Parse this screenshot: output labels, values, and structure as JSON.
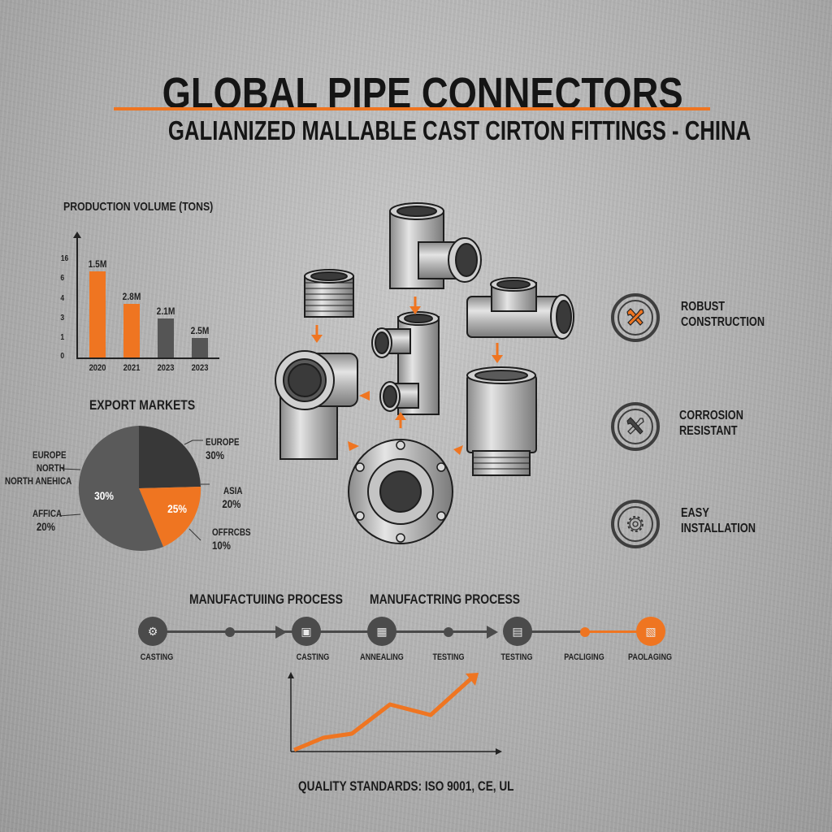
{
  "header": {
    "title": "GLOBAL PIPE CONNECTORS",
    "subtitle": "GALIANIZED MALLABLE CAST CIRTON FITTINGS - CHINA",
    "accent_color": "#ef7521"
  },
  "production": {
    "label": "PRODUCTION VOLUME (TONS)",
    "y_ticks": [
      "16",
      "6",
      "4",
      "3",
      "1",
      "0"
    ],
    "bars": [
      {
        "category": "2020",
        "value_label": "1.5M",
        "color": "#ef7521"
      },
      {
        "category": "2021",
        "value_label": "2.8M",
        "color": "#ef7521"
      },
      {
        "category": "2023",
        "value_label": "2.1M",
        "color": "#555555"
      },
      {
        "category": "2023",
        "value_label": "2.5M",
        "color": "#555555"
      }
    ]
  },
  "export": {
    "label": "EXPORT MARKETS",
    "left_labels": {
      "europe": "EUROPE",
      "north": "NORTH",
      "north_america": "NORTH ANEHICA",
      "africa": "AFFICA",
      "africa_pct": "20%"
    },
    "right_labels": {
      "europe": "EUROPE",
      "europe_pct": "30%",
      "asia": "ASIA",
      "asia_pct": "20%",
      "others": "OFFRCBS",
      "others_pct": "10%"
    },
    "inner_labels": {
      "large": "30%",
      "orange": "25%"
    }
  },
  "features": [
    {
      "icon": "wrench-cross-icon",
      "line1": "ROBUST",
      "line2": "CONSTRUCTION"
    },
    {
      "icon": "wrench-icon",
      "line1": "CORROSION",
      "line2": "RESISTANT"
    },
    {
      "icon": "gear-icon",
      "line1": "EASY",
      "line2": "INSTALLATION"
    }
  ],
  "process": {
    "heading1": "MANUFACTUIING PROCESS",
    "heading2": "MANUFACTRING PROCESS",
    "steps": [
      "CASTING",
      "CASTING",
      "ANNEALING",
      "TESTING",
      "TESTING",
      "PACLIGING",
      "PAOLAGING"
    ]
  },
  "quality": {
    "label": "QUALITY STANDARDS: ISO 9001, CE, UL"
  },
  "chart_data": [
    {
      "type": "bar",
      "title": "PRODUCTION VOLUME (TONS)",
      "categories": [
        "2020",
        "2021",
        "2023",
        "2023"
      ],
      "values": [
        6.5,
        3.7,
        3.0,
        1.0
      ],
      "data_labels": [
        "1.5M",
        "2.8M",
        "2.1M",
        "2.5M"
      ],
      "y_tick_labels": [
        "0",
        "1",
        "3",
        "4",
        "6",
        "16"
      ],
      "xlabel": "",
      "ylabel": "",
      "ylim": [
        0,
        8
      ]
    },
    {
      "type": "pie",
      "title": "EXPORT MARKETS",
      "slices": [
        {
          "label": "EUROPE",
          "value": 30,
          "color": "#3a3a3a"
        },
        {
          "label": "ASIA",
          "value": 25,
          "color": "#ef7521"
        },
        {
          "label": "OFFRCBS",
          "value": 10,
          "color": "#5a5a5a"
        },
        {
          "label": "AFFICA / NORTH ANEHICA",
          "value": 30,
          "color": "#5a5a5a"
        }
      ]
    },
    {
      "type": "line",
      "title": "QUALITY STANDARDS: ISO 9001, CE, UL",
      "x": [
        0,
        1,
        2,
        3,
        4,
        5
      ],
      "values": [
        0,
        1.7,
        2.1,
        5.7,
        4.6,
        10
      ],
      "grid": false
    }
  ]
}
